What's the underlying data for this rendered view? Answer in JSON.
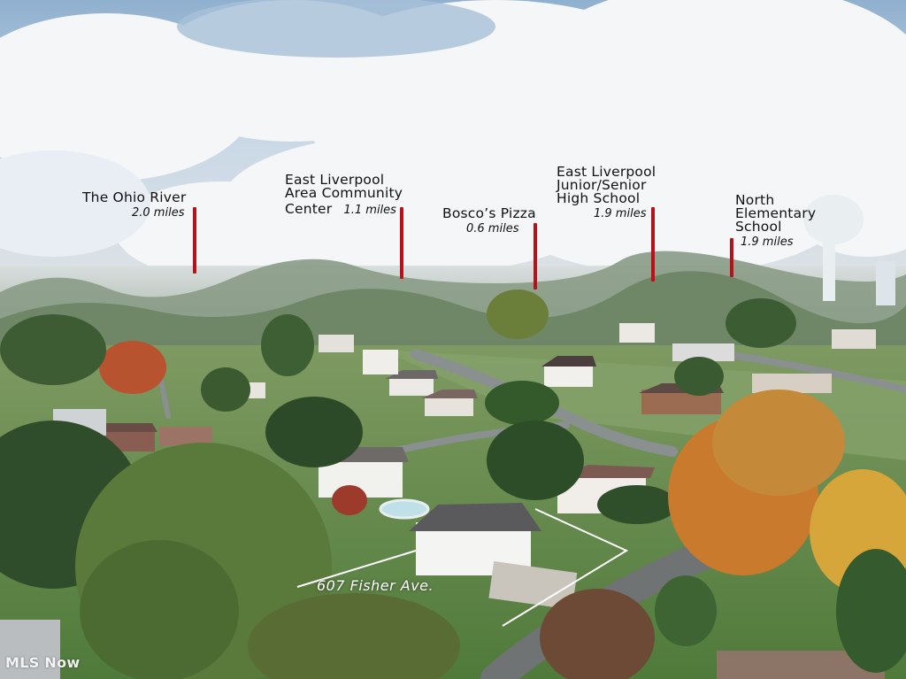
{
  "points_of_interest": [
    {
      "name_lines": [
        "The Ohio River"
      ],
      "distance": "2.0 miles"
    },
    {
      "name_lines": [
        "East Liverpool",
        "Area Community",
        "Center"
      ],
      "distance": "1.1 miles"
    },
    {
      "name_lines": [
        "Bosco’s Pizza"
      ],
      "distance": "0.6 miles"
    },
    {
      "name_lines": [
        "East Liverpool",
        "Junior/Senior",
        "High School"
      ],
      "distance": "1.9 miles"
    },
    {
      "name_lines": [
        "North",
        "Elementary",
        "School"
      ],
      "distance": "1.9 miles"
    }
  ],
  "subject_property": {
    "address": "607 Fisher Ave."
  },
  "watermark": "MLS Now",
  "colors": {
    "pin": "#b5121b",
    "outline": "#ffffff"
  }
}
